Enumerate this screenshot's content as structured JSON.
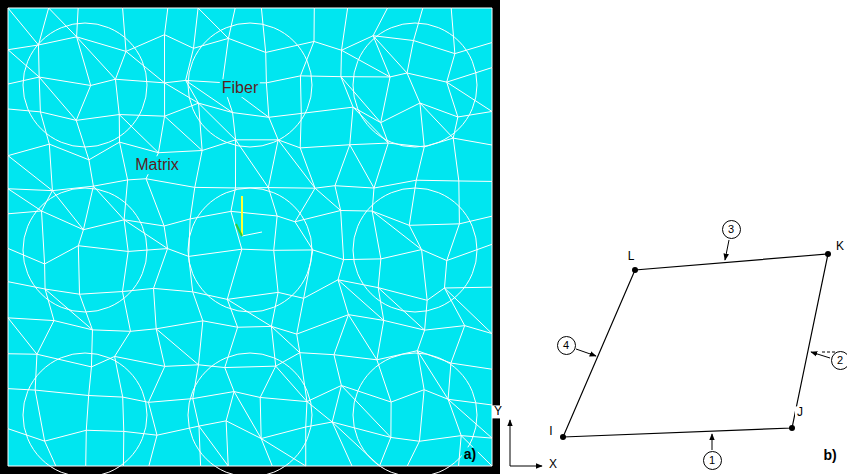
{
  "diagram": {
    "nodes": [
      {
        "text": [
          "3"
        ]
      },
      {
        "text": [
          "2"
        ]
      },
      {
        "text": [
          "4"
        ]
      },
      {
        "text": [
          "1"
        ]
      }
    ],
    "labels": [
      "Fiber",
      "Matrix",
      "a)",
      "L",
      "K",
      "Y",
      "I",
      "J",
      "X",
      "b)"
    ]
  }
}
